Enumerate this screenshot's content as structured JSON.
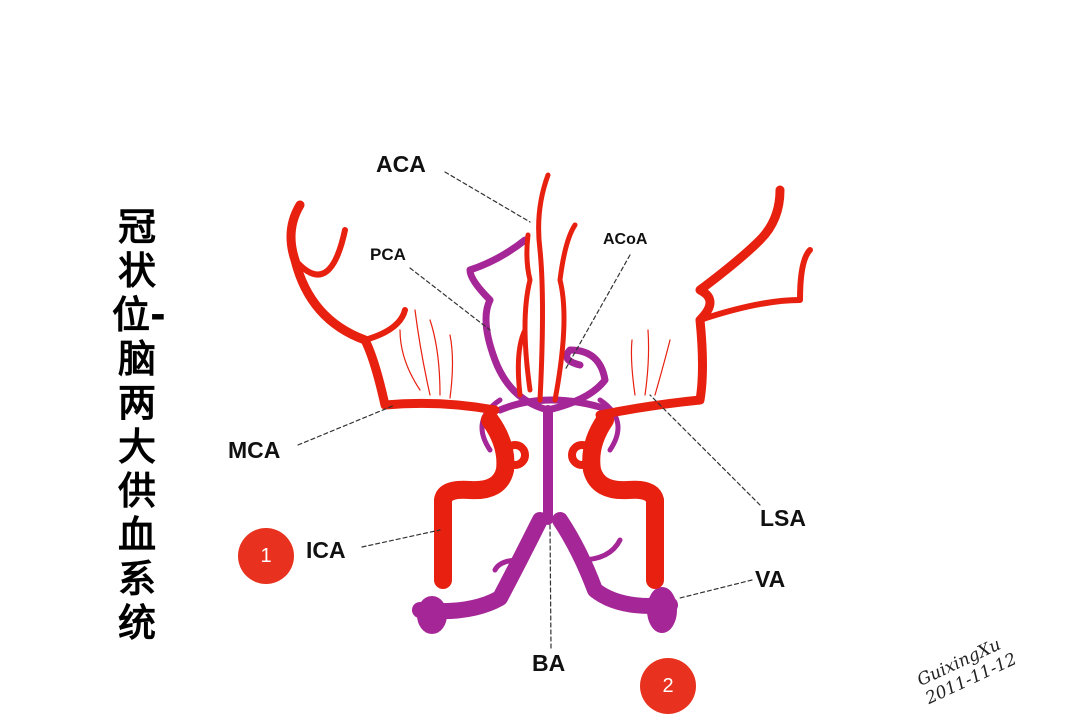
{
  "title": "冠状位-脑两大供血系统",
  "labels": {
    "aca": "ACA",
    "pca": "PCA",
    "acoa": "ACoA",
    "mca": "MCA",
    "ica": "ICA",
    "lsa": "LSA",
    "va": "VA",
    "ba": "BA"
  },
  "badges": [
    "1",
    "2"
  ],
  "signature": {
    "name": "GuixingXu",
    "date": "2011-11-12"
  },
  "colors": {
    "carotid": "#e8200f",
    "vertebrobasilar": "#a0208f",
    "badge": "#e8321f"
  }
}
